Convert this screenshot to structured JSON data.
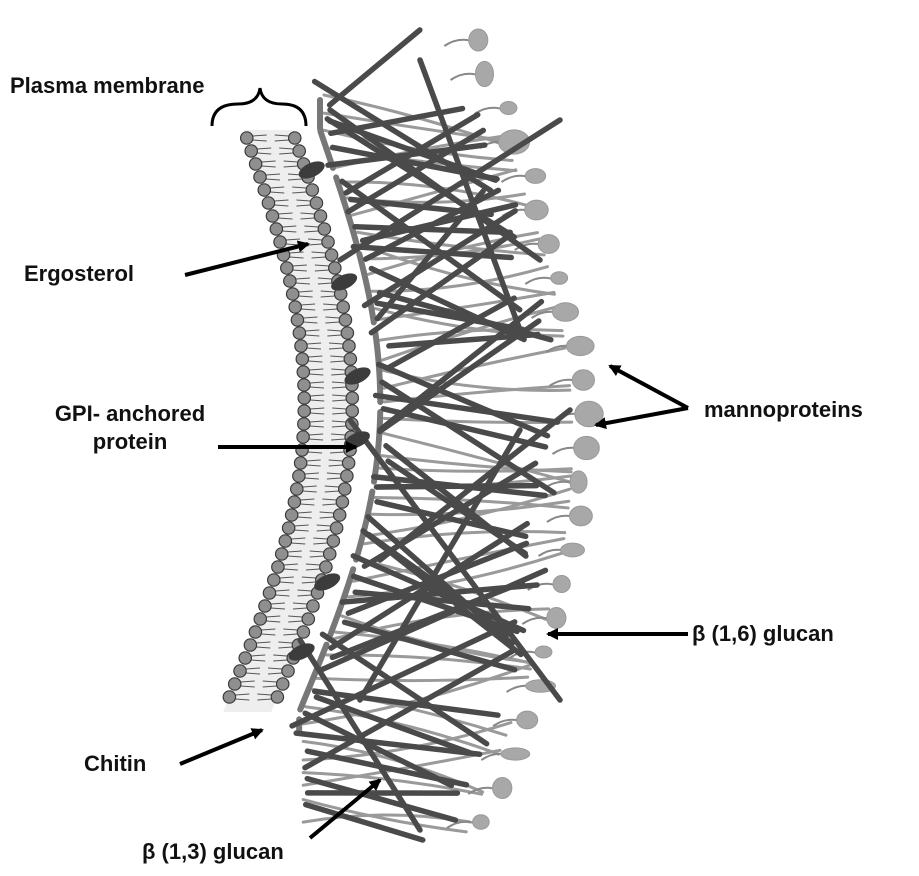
{
  "labels": {
    "plasma_membrane": "Plasma membrane",
    "ergosterol": "Ergosterol",
    "gpi_line1": "GPI- anchored",
    "gpi_line2": "protein",
    "mannoproteins": "mannoproteins",
    "beta16": "β (1,6) glucan",
    "chitin": "Chitin",
    "beta13": "β (1,3) glucan"
  },
  "colors": {
    "glucan_dark": "#4a4a4a",
    "glucan_light": "#9a9a9a",
    "lipid_head": "#8f8f8f",
    "chitin": "#777777",
    "mannoprotein": "#a8a8a8",
    "arrow": "#000000"
  }
}
